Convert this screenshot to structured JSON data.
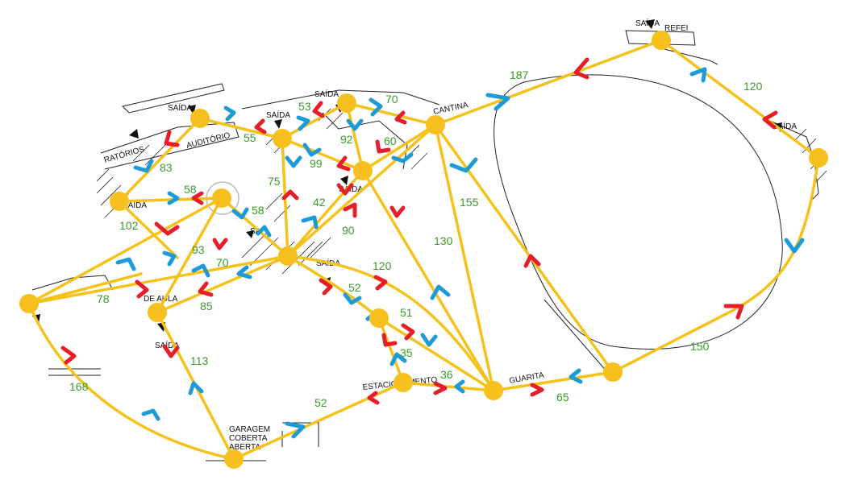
{
  "places": [
    {
      "id": "saida-refei",
      "text": "SAÍDA"
    },
    {
      "id": "refei",
      "text": "REFEI"
    },
    {
      "id": "saida-right",
      "text": "SAÍDA"
    },
    {
      "id": "cantina",
      "text": "CANTINA"
    },
    {
      "id": "saida-top1",
      "text": "SAÍDA"
    },
    {
      "id": "saida-top2",
      "text": "SAÍDA"
    },
    {
      "id": "saida-aud",
      "text": "SAÍDA"
    },
    {
      "id": "auditorio",
      "text": "AUDITÓRIO"
    },
    {
      "id": "oratorios",
      "text": "RATÓRIOS"
    },
    {
      "id": "saida-left",
      "text": "SAÍDA"
    },
    {
      "id": "saida-mid",
      "text": "SAÍDA"
    },
    {
      "id": "saida-center",
      "text": "SAÍDA"
    },
    {
      "id": "sa-small",
      "text": "SA"
    },
    {
      "id": "da-aula",
      "text": "DE AULA"
    },
    {
      "id": "saida-lower",
      "text": "SAÍDA"
    },
    {
      "id": "estacionamento",
      "text": "ESTACIONAMENTO"
    },
    {
      "id": "guarita",
      "text": "GUARITA"
    },
    {
      "id": "garagem1",
      "text": "GARAGEM"
    },
    {
      "id": "garagem2",
      "text": "COBERTA"
    },
    {
      "id": "garagem3",
      "text": "ABERTA"
    }
  ],
  "weights": [
    "187",
    "120",
    "70",
    "53",
    "55",
    "92",
    "60",
    "83",
    "75",
    "99",
    "58",
    "42",
    "58",
    "102",
    "93",
    "90",
    "155",
    "130",
    "120",
    "70",
    "52",
    "78",
    "85",
    "51",
    "35",
    "36",
    "65",
    "150",
    "113",
    "168",
    "52"
  ],
  "colors": {
    "path": "#F5C21B",
    "node": "#F8C01E",
    "arrow_blue": "#1E9BD7",
    "arrow_red": "#E51E2A",
    "weight_label": "#3a9a2a"
  }
}
